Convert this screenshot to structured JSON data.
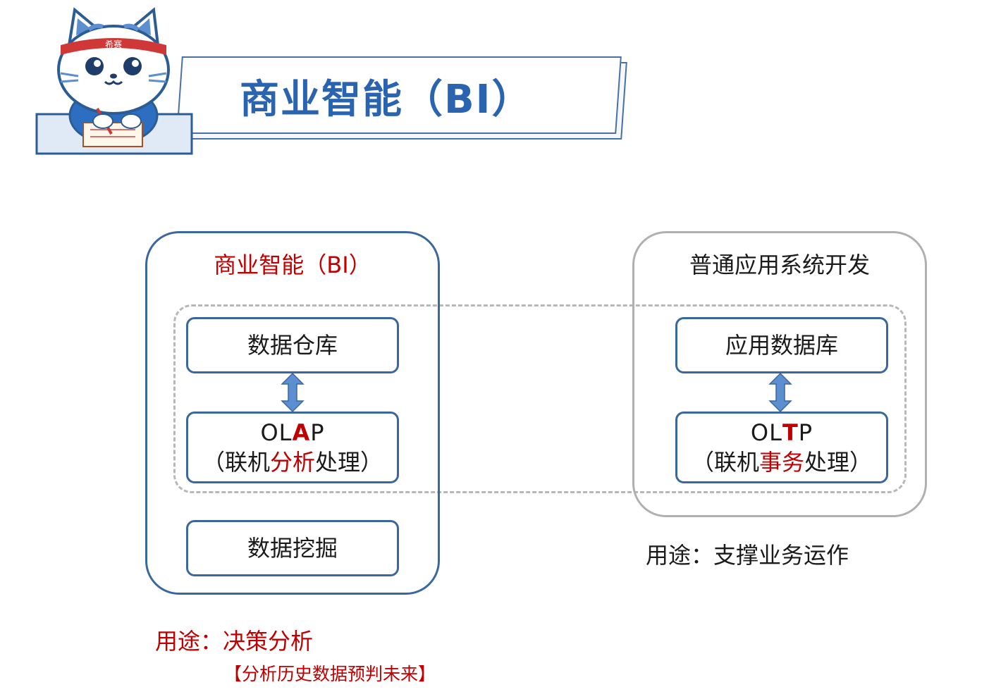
{
  "header": {
    "title": "商业智能（BI）",
    "mascot_headband": "希赛"
  },
  "bi_section": {
    "title": "商业智能（BI）",
    "nodes": {
      "data_warehouse": "数据仓库",
      "olap_prefix": "OL",
      "olap_highlight": "A",
      "olap_suffix": "P",
      "olap_desc_open": "（联机",
      "olap_desc_highlight": "分析",
      "olap_desc_close": "处理）",
      "data_mining": "数据挖掘"
    },
    "usage": "用途：决策分析",
    "usage_note": "【分析历史数据预判未来】"
  },
  "app_section": {
    "title": "普通应用系统开发",
    "nodes": {
      "app_database": "应用数据库",
      "oltp_prefix": "OL",
      "oltp_highlight": "T",
      "oltp_suffix": "P",
      "oltp_desc_open": "（联机",
      "oltp_desc_highlight": "事务",
      "oltp_desc_close": "处理）"
    },
    "usage": "用途：支撑业务运作"
  },
  "colors": {
    "title_blue": "#2a64b0",
    "box_blue": "#3a679f",
    "highlight_red": "#c00000",
    "gray_border": "#b0b0b0",
    "arrow_blue": "#5b8fd0"
  }
}
